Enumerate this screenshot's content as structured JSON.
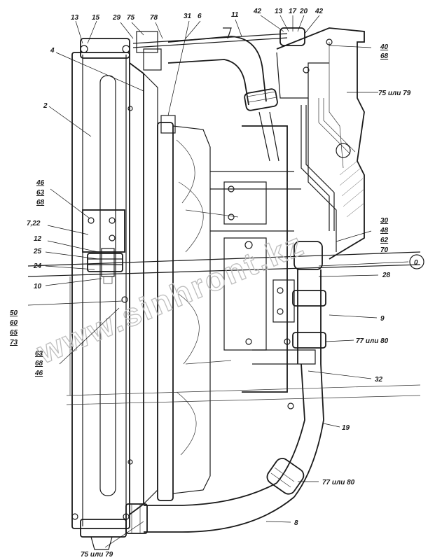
{
  "callouts": {
    "c13a": "13",
    "c15": "15",
    "c29": "29",
    "c75a": "75",
    "c78": "78",
    "c31": "31",
    "c6": "6",
    "c11": "11",
    "c42a": "42",
    "c13b": "13",
    "c17": "17",
    "c20": "20",
    "c42b": "42",
    "c4": "4",
    "c2": "2",
    "c40": "40",
    "c68a": "68",
    "c75or79a": "75 или 79",
    "c46a": "46",
    "c63a": "63",
    "c68b": "68",
    "c7_22": "7,22",
    "c12": "12",
    "c25": "25",
    "c24": "24",
    "c10": "10",
    "c50": "50",
    "c60": "60",
    "c65": "65",
    "c73": "73",
    "c63b": "63",
    "c68c": "68",
    "c46b": "46",
    "c30": "30",
    "c48": "48",
    "c62": "62",
    "c70": "70",
    "c0": "0",
    "c28": "28",
    "c9": "9",
    "c77or80a": "77 или 80",
    "c32": "32",
    "c19": "19",
    "c77or80b": "77 или 80",
    "c8": "8",
    "c75or79b": "75 или 79"
  },
  "watermark": "www.sinhront.kz"
}
